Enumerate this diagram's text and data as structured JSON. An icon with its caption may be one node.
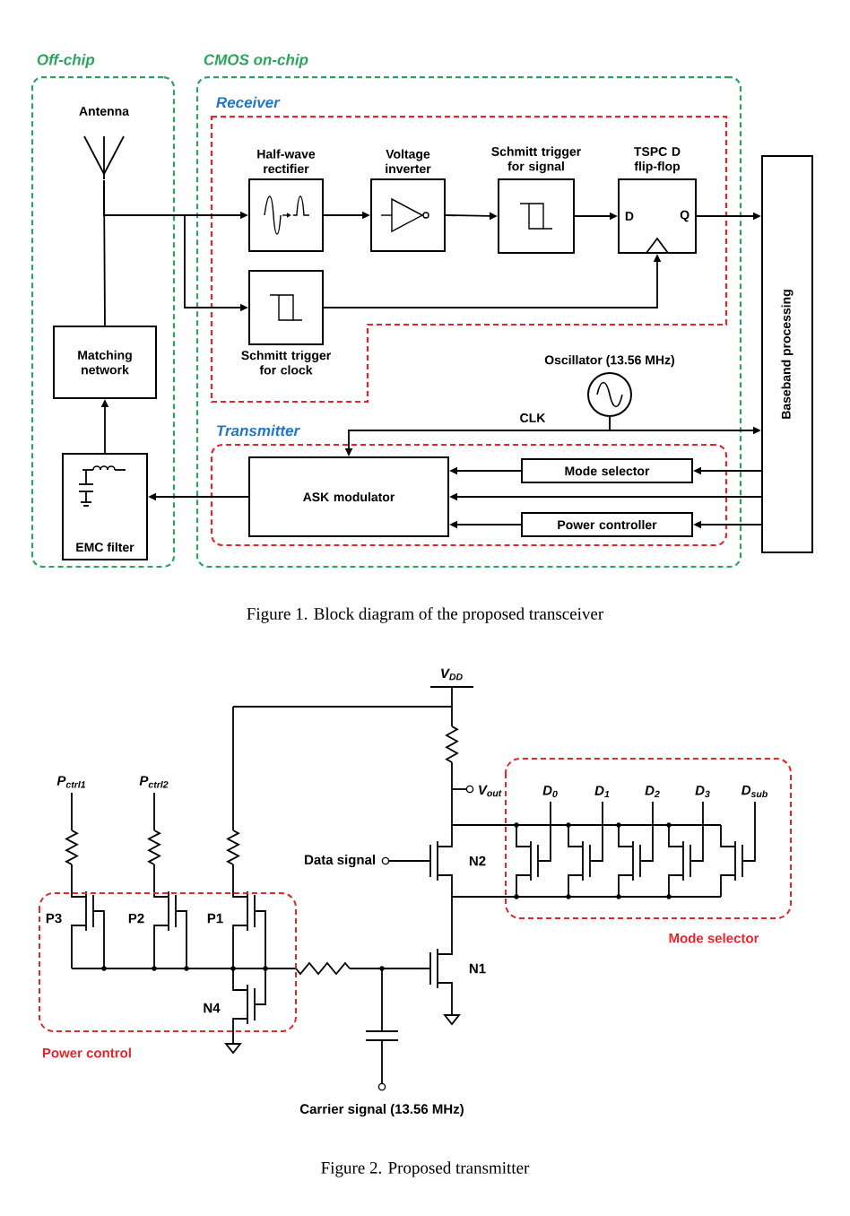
{
  "diagram": {
    "nodes": [
      {
        "text": [
          "Off-chip"
        ]
      },
      {
        "text": [
          "CMOS on-chip"
        ]
      },
      {
        "text": [
          "Receiver"
        ],
        "in": 1
      },
      {
        "text": [
          "Transmitter"
        ],
        "in": 1
      },
      {
        "text": [
          "Antenna"
        ],
        "in": 0
      },
      {
        "text": [
          "Matching network"
        ],
        "in": 0
      },
      {
        "text": [
          "EMC filter"
        ],
        "in": 0
      },
      {
        "text": [
          "Half-wave rectifier"
        ],
        "in": 2
      },
      {
        "text": [
          "Voltage inverter"
        ],
        "in": 2
      },
      {
        "text": [
          "Schmitt trigger for signal"
        ],
        "in": 2
      },
      {
        "text": [
          "TSPC D flip-flop",
          "D",
          "Q"
        ],
        "in": 2
      },
      {
        "text": [
          "Schmitt trigger for clock"
        ],
        "in": 2
      },
      {
        "text": [
          "Oscillator (13.56 MHz)"
        ],
        "in": 1
      },
      {
        "text": [
          "ASK modulator"
        ],
        "in": 3
      },
      {
        "text": [
          "Mode selector"
        ],
        "in": 3
      },
      {
        "text": [
          "Power controller"
        ],
        "in": 3
      },
      {
        "text": [
          "Baseband processing"
        ]
      }
    ],
    "edges": [
      {
        "from": 4,
        "to": 7,
        "arrow": "to"
      },
      {
        "from": 4,
        "to": 11,
        "arrow": "to"
      },
      {
        "from": 5,
        "to": 4,
        "arrow": "none"
      },
      {
        "from": 6,
        "to": 5,
        "arrow": "to"
      },
      {
        "from": 7,
        "to": 8,
        "arrow": "to"
      },
      {
        "from": 8,
        "to": 9,
        "arrow": "to"
      },
      {
        "from": 9,
        "to": 10,
        "arrow": "to"
      },
      {
        "from": 11,
        "to": 10,
        "arrow": "to"
      },
      {
        "from": 10,
        "to": 16,
        "arrow": "to"
      },
      {
        "from": 12,
        "to": 13,
        "arrow": "to",
        "label": "CLK"
      },
      {
        "from": 12,
        "to": 16,
        "arrow": "to"
      },
      {
        "from": 16,
        "to": 14,
        "arrow": "to"
      },
      {
        "from": 14,
        "to": 13,
        "arrow": "to"
      },
      {
        "from": 16,
        "to": 13,
        "arrow": "to"
      },
      {
        "from": 16,
        "to": 15,
        "arrow": "to"
      },
      {
        "from": 15,
        "to": 13,
        "arrow": "to"
      },
      {
        "from": 13,
        "to": 6,
        "arrow": "to"
      }
    ],
    "labels": [
      "Figure 1. Block diagram of the proposed transceiver",
      "V$_{DD}$",
      "P$_{ctrl1}$",
      "P$_{ctrl2}$",
      "V$_{out}$",
      "D$_{0}$",
      "D$_{1}$",
      "D$_{2}$",
      "D$_{3}$",
      "D$_{sub}$",
      "Data signal",
      "N2",
      "P3",
      "P2",
      "P1",
      "N1",
      "Mode selector",
      "N4",
      "Power control",
      "Carrier signal (13.56 MHz)",
      "Figure 2. Proposed transmitter"
    ]
  }
}
